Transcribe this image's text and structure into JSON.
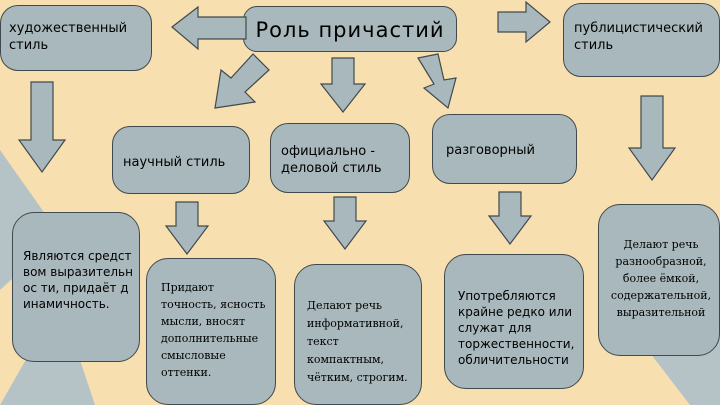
{
  "title": "Роль причастий",
  "styles": {
    "artistic": {
      "label": "художественный стиль",
      "description": "Являются средством выразительнос ти, придаёт динамичность."
    },
    "journalistic": {
      "label": "публицистический стиль",
      "description": "Делают речь разнообразной, более ёмкой, содержательной, выразительной"
    },
    "scientific": {
      "label": "научный стиль",
      "description": "Придают точность, ясность мысли, вносят дополнительные смысловые оттенки."
    },
    "official": {
      "label": "официально - деловой стиль",
      "description": "Делают речь информативной, текст компактным, чётким, строгим."
    },
    "colloquial": {
      "label": "разговорный",
      "description": "Употребляются крайне редко или служат для торжественности, обличительности"
    }
  },
  "colors": {
    "background": "#F8DFB0",
    "box": "#A9B8BC",
    "border": "#3F4A4E",
    "decor": "#B6C3C6"
  }
}
